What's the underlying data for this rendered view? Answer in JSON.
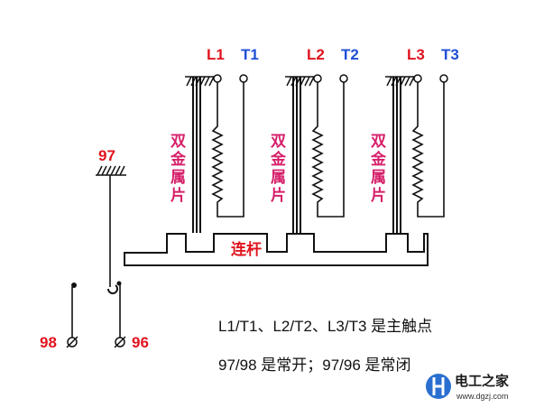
{
  "phases": [
    {
      "supply": "L1",
      "load": "T1",
      "strip_label": [
        "双",
        "金",
        "属",
        "片"
      ]
    },
    {
      "supply": "L2",
      "load": "T2",
      "strip_label": [
        "双",
        "金",
        "属",
        "片"
      ]
    },
    {
      "supply": "L3",
      "load": "T3",
      "strip_label": [
        "双",
        "金",
        "属",
        "片"
      ]
    }
  ],
  "rod_label": "连杆",
  "aux_contacts": {
    "common": "97",
    "no": "98",
    "nc": "96"
  },
  "notes": {
    "line1": "L1/T1、L2/T2、L3/T3 是主触点",
    "line2": "97/98 是常开；97/96 是常闭"
  },
  "watermark": {
    "name": "电工之家",
    "url": "www.dgzj.com"
  },
  "colors": {
    "supply": "#e0141e",
    "load": "#1f4fd6",
    "strip": "#d61f6a",
    "line": "#111111"
  }
}
